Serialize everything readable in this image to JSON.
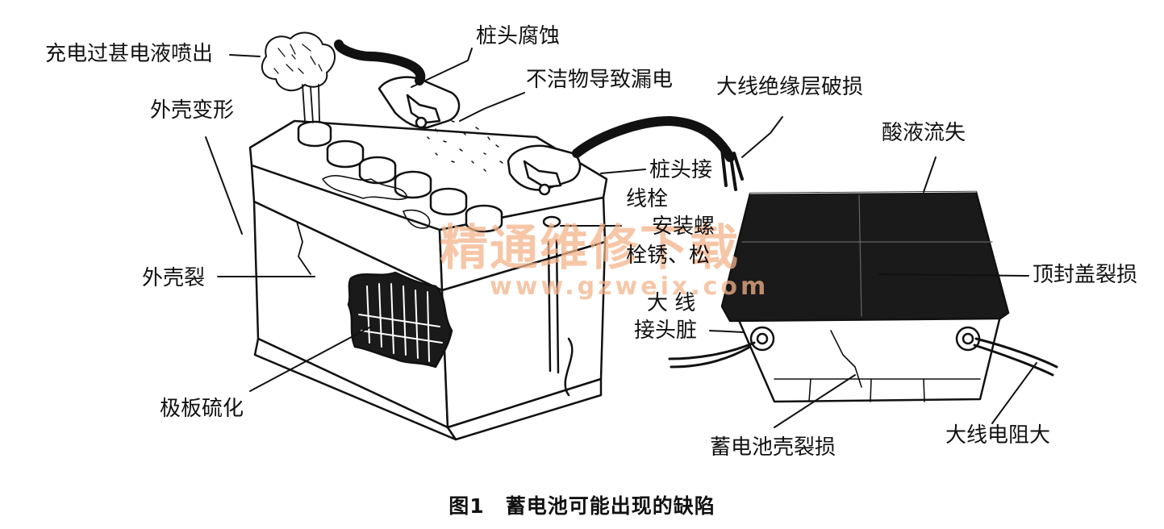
{
  "labels": {
    "overcharge_spray": "充电过甚电液喷出",
    "terminal_corrosion": "桩头腐蚀",
    "dirt_leakage": "不洁物导致漏电",
    "cable_insulation": "大线绝缘层破损",
    "case_deform": "外壳变形",
    "acid_loss": "酸液流失",
    "terminal_bolt_1": "桩头接",
    "terminal_bolt_2": "线栓",
    "mount_bolt_1": "安装螺",
    "mount_bolt_2": "栓锈、松",
    "top_cover": "顶封盖裂损",
    "case_crack": "外壳裂",
    "cable_dirty_1": "大 线",
    "cable_dirty_2": "接头脏",
    "plate_sulfation": "极板硫化",
    "battery_case_crack": "蓄电池壳裂损",
    "cable_resistance": "大线电阻大"
  },
  "watermark": {
    "text_cn": "精通维修下载",
    "url": "www.gzweix.com"
  },
  "caption": {
    "number": "图1",
    "title": "蓄电池可能出现的缺陷"
  },
  "colors": {
    "ink": "#111111",
    "watermark": "#f4b38a",
    "cover": "#1a1a1a"
  }
}
